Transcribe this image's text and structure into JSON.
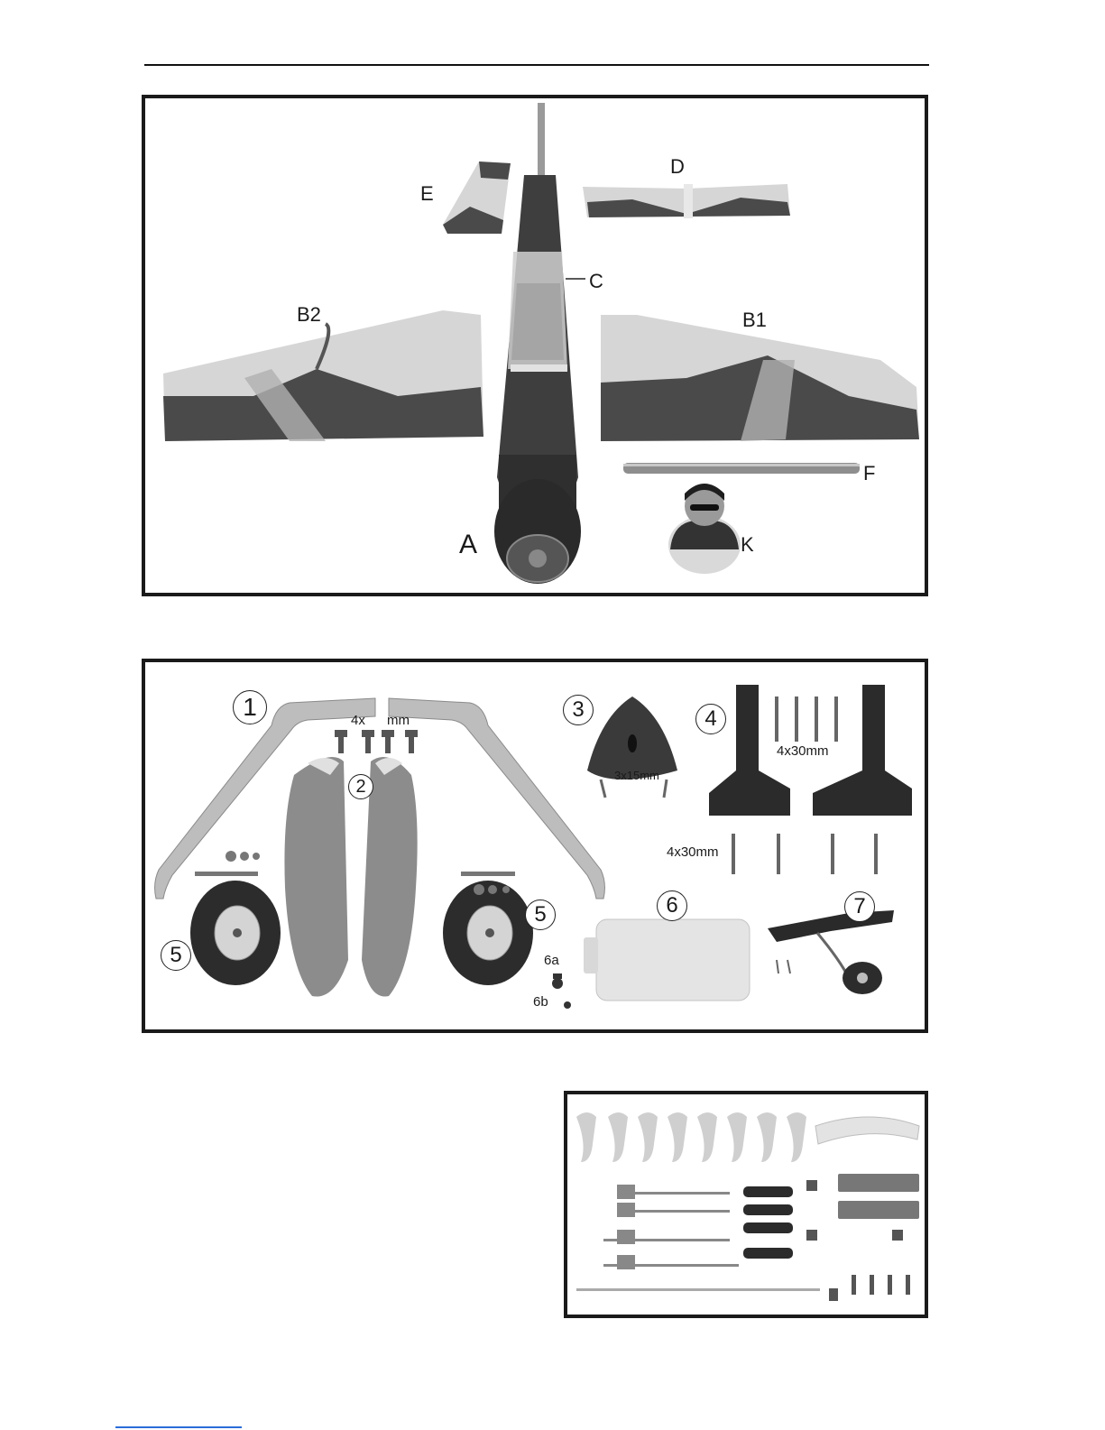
{
  "panel1": {
    "labels": {
      "a": "A",
      "b1": "B1",
      "b2": "B2",
      "c": "C",
      "d": "D",
      "e": "E",
      "f": "F",
      "k": "K"
    }
  },
  "panel2": {
    "numbers": [
      "1",
      "2",
      "3",
      "4",
      "5",
      "5",
      "6",
      "7"
    ],
    "labels": {
      "hw1": "4x",
      "hw1b": "mm",
      "screw3": "3x15mm",
      "bolt4a": "4x30mm",
      "bolt4b": "4x30mm",
      "n6a": "6a",
      "n6b": "6b"
    }
  },
  "colors": {
    "dark": "#3b3b3b",
    "mid": "#8a8a8a",
    "light": "#d8d8d8",
    "frame": "#1a1a1a"
  }
}
